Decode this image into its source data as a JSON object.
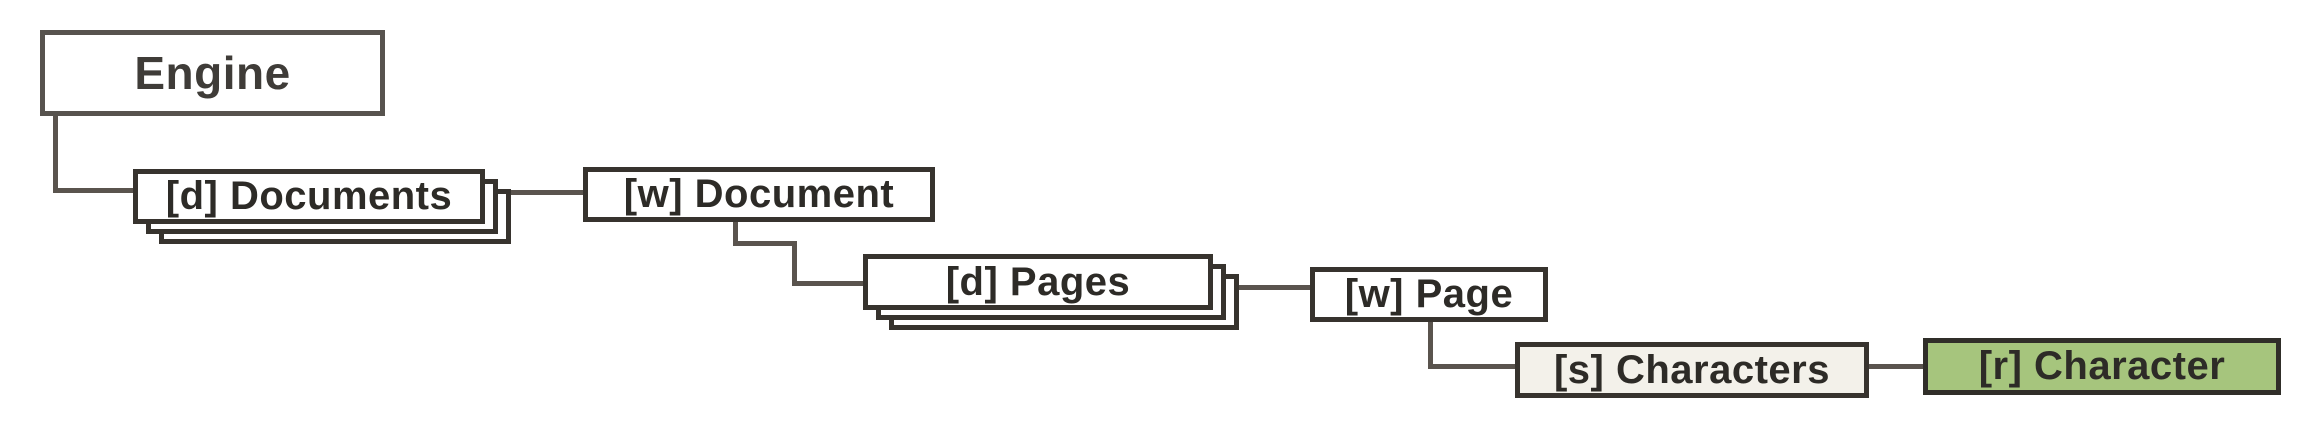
{
  "diagram": {
    "kind": "object-model-hierarchy",
    "background": "#ffffff",
    "colors": {
      "box_fill": "#ffffff",
      "box_border": "#37332e",
      "root_border": "#57534e",
      "connector": "#5a544e",
      "collection_note": "stacked boxes denote collections",
      "characters_fill": "#f3f1ea",
      "highlight_fill": "#a6c57d",
      "highlight_border": "#302e29",
      "text": "#2d2b27"
    },
    "nodes": [
      {
        "id": "engine",
        "label": "Engine",
        "kind": "root"
      },
      {
        "id": "documents",
        "label": "[d] Documents",
        "kind": "collection"
      },
      {
        "id": "document",
        "label": "[w] Document",
        "kind": "object"
      },
      {
        "id": "pages",
        "label": "[d] Pages",
        "kind": "collection"
      },
      {
        "id": "page",
        "label": "[w] Page",
        "kind": "object"
      },
      {
        "id": "characters",
        "label": "[s] Characters",
        "kind": "object"
      },
      {
        "id": "character",
        "label": "[r] Character",
        "kind": "highlighted"
      }
    ],
    "edges": [
      {
        "from": "engine",
        "to": "documents"
      },
      {
        "from": "documents",
        "to": "document"
      },
      {
        "from": "document",
        "to": "pages"
      },
      {
        "from": "pages",
        "to": "page"
      },
      {
        "from": "page",
        "to": "characters"
      },
      {
        "from": "characters",
        "to": "character"
      }
    ]
  }
}
